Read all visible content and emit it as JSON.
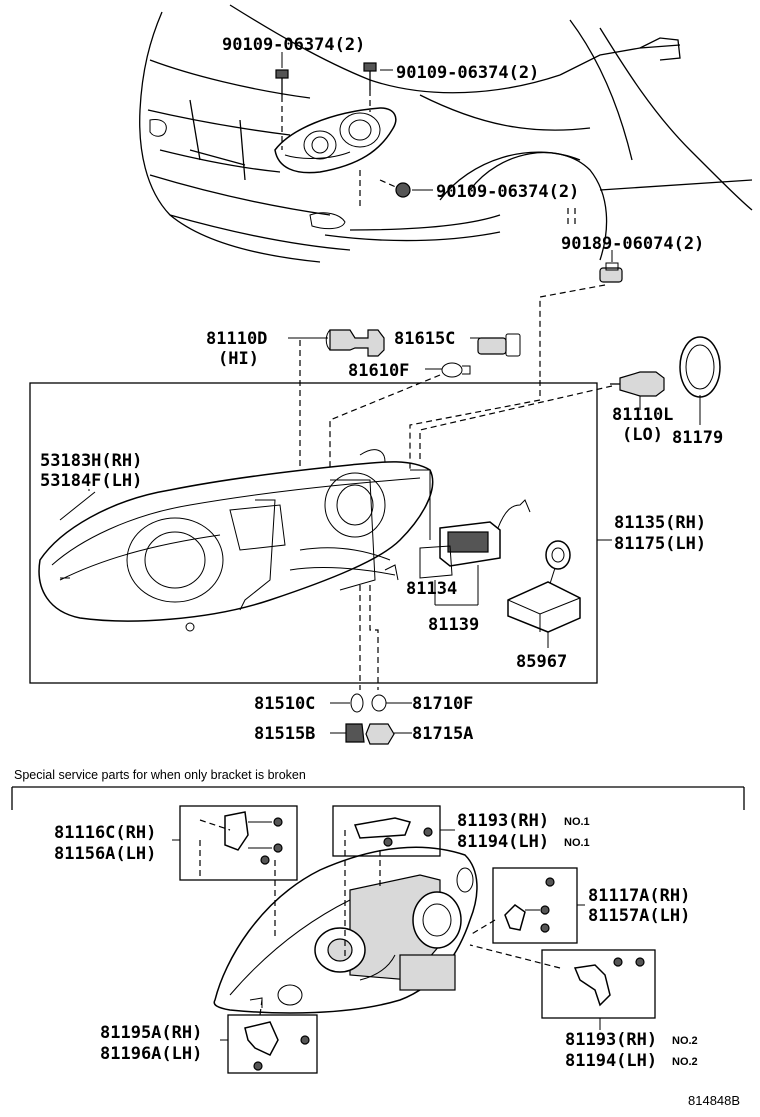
{
  "diagram": {
    "parts": {
      "p1": "90109-06374(2)",
      "p2": "90109-06374(2)",
      "p3": "90109-06374(2)",
      "p4": "90189-06074(2)",
      "p5a": "81110D",
      "p5b": "(HI)",
      "p6": "81615C",
      "p7": "81610F",
      "p8a": "81110L",
      "p8b": "(LO)",
      "p9": "81179",
      "p10a": "53183H(RH)",
      "p10b": "53184F(LH)",
      "p11a": "81135(RH)",
      "p11b": "81175(LH)",
      "p12": "81134",
      "p13": "81139",
      "p14": "85967",
      "p15": "81510C",
      "p16": "81710F",
      "p17": "81515B",
      "p18": "81715A",
      "b1a": "81116C(RH)",
      "b1b": "81156A(LH)",
      "b2a": "81193(RH)",
      "b2b": "81194(LH)",
      "b2n1": "NO.1",
      "b2n2": "NO.1",
      "b3a": "81117A(RH)",
      "b3b": "81157A(LH)",
      "b4a": "81195A(RH)",
      "b4b": "81196A(LH)",
      "b5a": "81193(RH)",
      "b5b": "81194(LH)",
      "b5n1": "NO.2",
      "b5n2": "NO.2"
    },
    "section_caption": "Special service parts for when only bracket is broken",
    "figure_code": "814848B"
  }
}
